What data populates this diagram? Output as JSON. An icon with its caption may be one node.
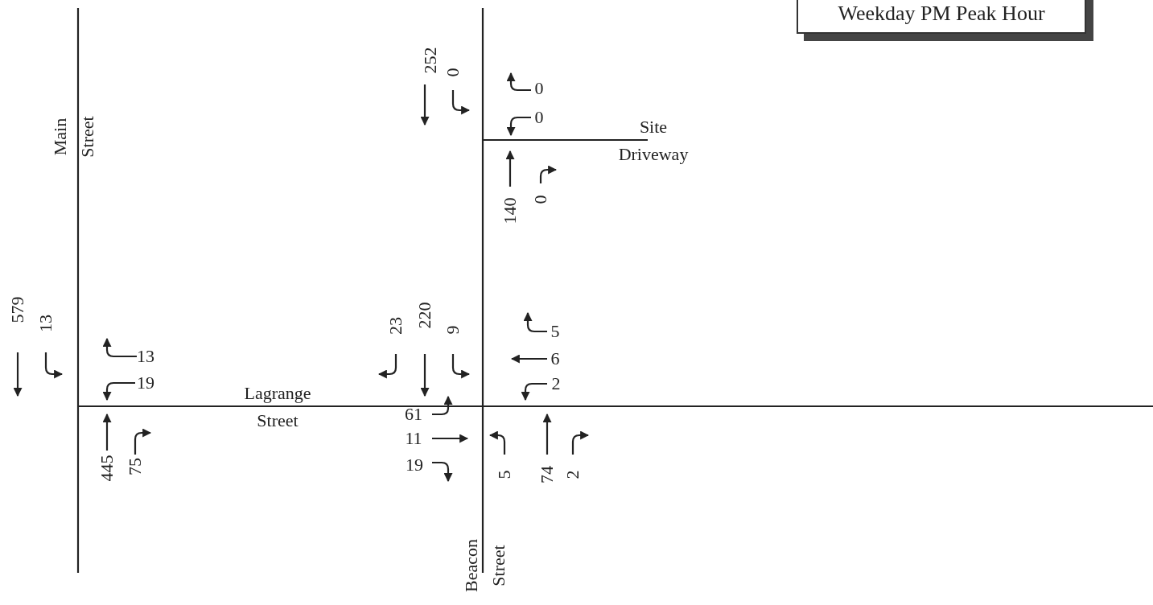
{
  "diagram": {
    "nodes": [
      {
        "text": [
          "Weekday PM Peak Hour"
        ]
      }
    ],
    "labels": [
      "Main Street",
      "252",
      "0",
      "0",
      "0",
      "Site Driveway",
      "140",
      "0",
      "579",
      "13",
      "23",
      "220",
      "9",
      "5",
      "13",
      "6",
      "19",
      "2",
      "Lagrange Street",
      "61",
      "11",
      "445",
      "75",
      "5",
      "74",
      "2",
      "19",
      "Beacon Street"
    ]
  }
}
